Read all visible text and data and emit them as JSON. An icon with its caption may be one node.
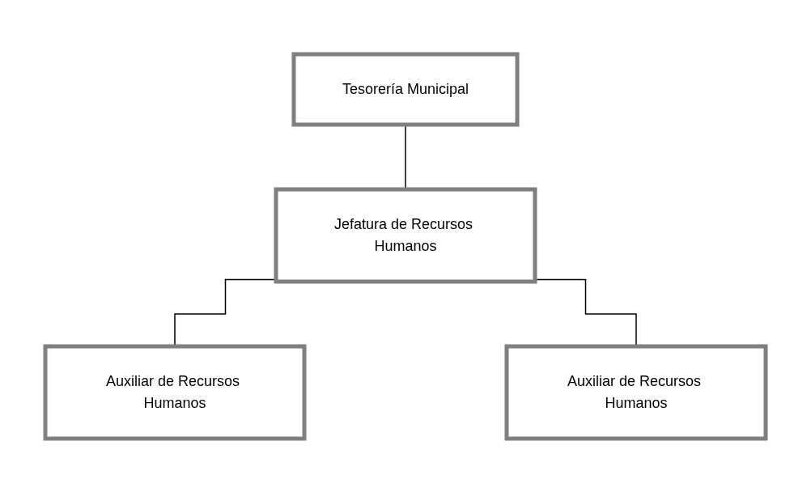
{
  "diagram": {
    "nodes": [
      {
        "text": [
          "Tesorería Municipal"
        ]
      },
      {
        "text": [
          "Jefatura de Recursos Humanos"
        ]
      },
      {
        "text": [
          "Auxiliar de Recursos Humanos"
        ]
      },
      {
        "text": [
          "Auxiliar de Recursos Humanos"
        ]
      }
    ],
    "edges": [
      {
        "from": 0,
        "to": 1,
        "arrow": "none"
      },
      {
        "from": 1,
        "to": 2,
        "arrow": "none"
      },
      {
        "from": 1,
        "to": 3,
        "arrow": "none"
      }
    ]
  }
}
